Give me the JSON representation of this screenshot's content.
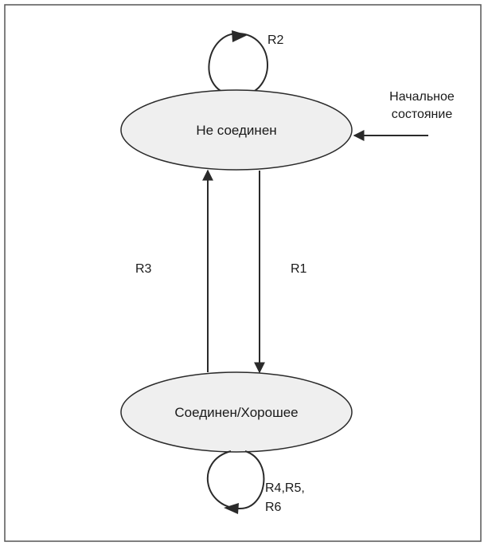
{
  "diagram": {
    "states": [
      {
        "id": "not_connected",
        "label": "Не соединен"
      },
      {
        "id": "connected_good",
        "label": "Соединен/Хорошее"
      }
    ],
    "initial_state_label": [
      "Начальное",
      "состояние"
    ],
    "transitions": [
      {
        "from": "not_connected",
        "to": "not_connected",
        "label": [
          "R2"
        ]
      },
      {
        "from": "not_connected",
        "to": "connected_good",
        "label": [
          "R1"
        ]
      },
      {
        "from": "connected_good",
        "to": "not_connected",
        "label": [
          "R3"
        ]
      },
      {
        "from": "connected_good",
        "to": "connected_good",
        "label": [
          "R4,R5,",
          "R6"
        ]
      }
    ],
    "colors": {
      "state_fill": "#efefef",
      "line": "#2a2a2a",
      "frame": "#555555"
    }
  }
}
